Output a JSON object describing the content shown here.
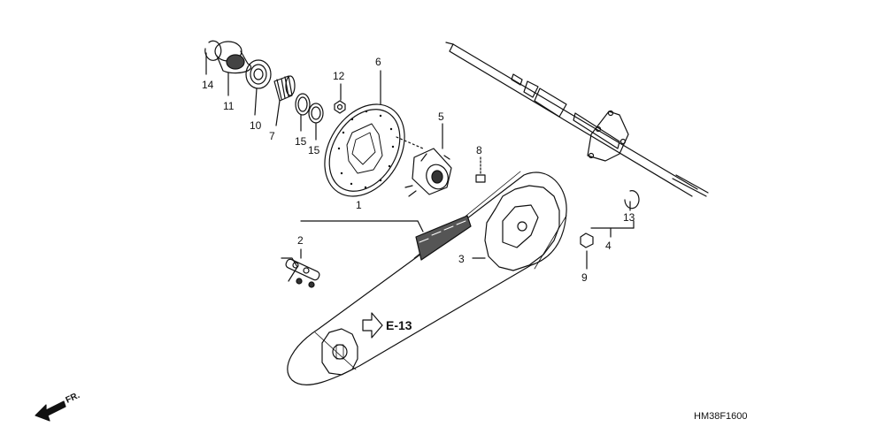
{
  "callouts": [
    "14",
    "11",
    "10",
    "7",
    "15",
    "15",
    "12",
    "6",
    "5",
    "8",
    "1",
    "2",
    "3",
    "9",
    "4",
    "13"
  ],
  "reference_label": "E-13",
  "direction_label": "FR.",
  "figure_code": "HM38F1600"
}
